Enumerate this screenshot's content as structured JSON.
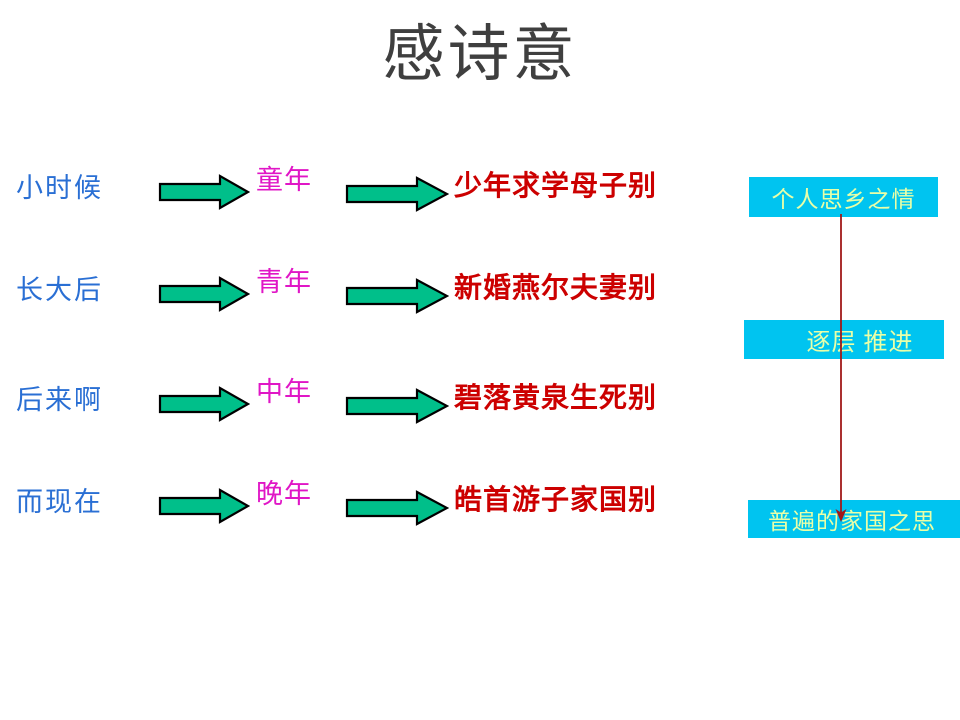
{
  "slide": {
    "title": "感诗意",
    "background_color": "#ffffff",
    "title_color": "#3f3f3f"
  },
  "colors": {
    "stage_blue": "#2a6fd4",
    "age_magenta": "#e016c6",
    "farewell_red": "#cc0000",
    "arrow_green": "#00bf8a",
    "arrow_outline": "#000000",
    "box_cyan": "#00c4f0",
    "box_text": "#e8ffa8",
    "connector_red": "#a01818"
  },
  "flow_rows": [
    {
      "stage": "小时候",
      "arrow_1": "green-block-arrow-right",
      "age": "童年",
      "arrow_2": "green-block-arrow-right",
      "farewell": "少年求学母子别"
    },
    {
      "stage": "长大后",
      "arrow_1": "green-block-arrow-right",
      "age": "青年",
      "arrow_2": "green-block-arrow-right",
      "farewell": "新婚燕尔夫妻别"
    },
    {
      "stage": "后来啊",
      "arrow_1": "green-block-arrow-right",
      "age": "中年",
      "arrow_2": "green-block-arrow-right",
      "farewell": "碧落黄泉生死别"
    },
    {
      "stage": "而现在",
      "arrow_1": "green-block-arrow-right",
      "age": "晚年",
      "arrow_2": "green-block-arrow-right",
      "farewell": "皓首游子家国别"
    }
  ],
  "theme_boxes": {
    "personal": "个人思乡之情",
    "progression": "逐层  推进",
    "universal": "普遍的家国之思"
  },
  "connector": {
    "icon": "down-arrow-line",
    "direction": "down"
  }
}
